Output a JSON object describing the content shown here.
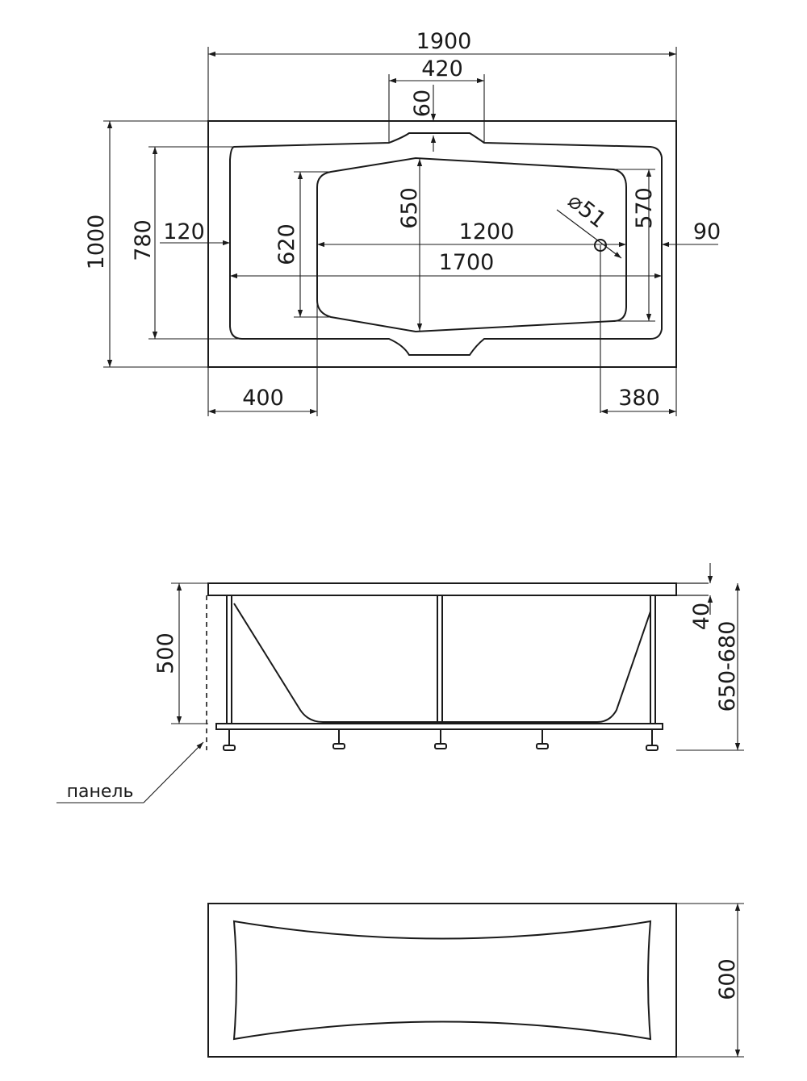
{
  "top_view": {
    "overall_length": "1900",
    "overall_width": "1000",
    "rim_width": "780",
    "rim_length": "1700",
    "bowl_length": "1200",
    "bowl_width_head": "650",
    "bowl_width_left": "620",
    "bowl_width_right": "570",
    "notch_width": "420",
    "notch_depth": "60",
    "offset_left_inner": "120",
    "offset_right_inner": "90",
    "offset_left": "400",
    "offset_right": "380",
    "drain_diameter": "⌀51"
  },
  "side_view": {
    "depth": "500",
    "rim_thickness": "40",
    "height_range": "650-680",
    "panel_label": "панель"
  },
  "panel_view": {
    "panel_height": "600"
  }
}
